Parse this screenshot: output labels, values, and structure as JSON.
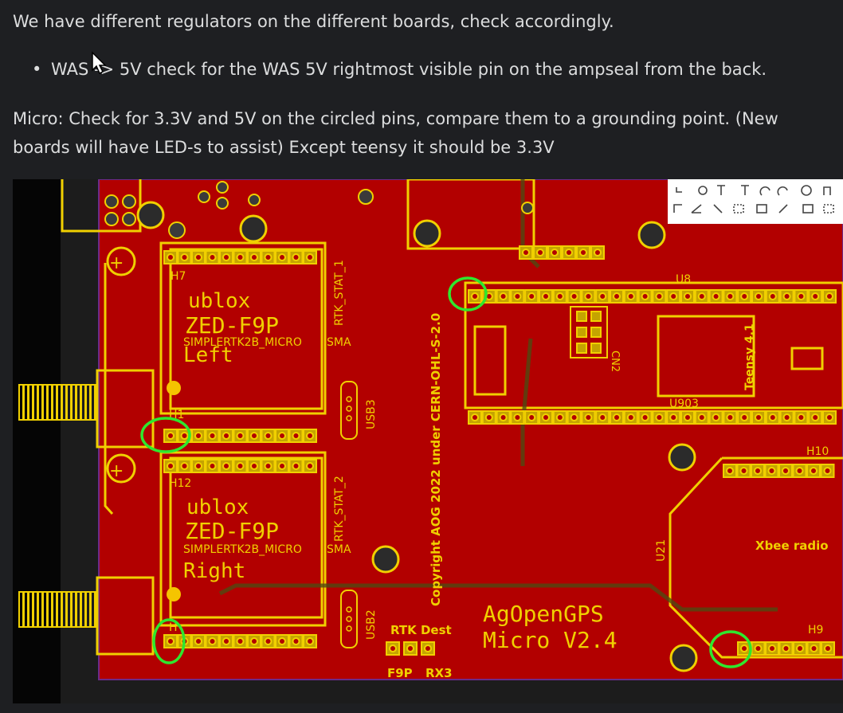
{
  "intro": "We have different regulators on the different boards, check accordingly.",
  "bullet": {
    "marker": "•",
    "text": "WAS -> 5V check for the WAS 5V rightmost visible pin on the ampseal from the back."
  },
  "micro_note": "Micro: Check for 3.3V and 5V on the circled pins, compare them to a grounding point. (New boards will have LED-s to assist) Except teensy it should be 3.3V",
  "pcb": {
    "labels": {
      "h7": "H7",
      "h12": "H12",
      "h1": "H1",
      "h_lower": "H",
      "u8": "U8",
      "h10": "H10",
      "h9": "H9",
      "u21": "U21",
      "u903": "U903",
      "cn2": "CN2",
      "usb3": "USB3",
      "usb2": "USB2",
      "rtk_stat_1": "RTK_STAT_1",
      "rtk_stat_2": "RTK_STAT_2",
      "ublox_top": "ublox",
      "zed_top": "ZED-F9P",
      "simpler_top": "SIMPLERTK2B_MICRO",
      "sma_top": "SMA",
      "left": "Left",
      "ublox_bottom": "ublox",
      "zed_bottom": "ZED-F9P",
      "simpler_bottom": "SIMPLERTK2B_MICRO",
      "sma_bottom": "SMA",
      "right": "Right",
      "copyright": "Copyright AOG 2022 under CERN-OHL-S-2.0",
      "teensy": "Teensy 4.1",
      "xbee": "Xbee radio",
      "rtk_dest": "RTK Dest",
      "f9p": "F9P",
      "rx3": "RX3",
      "agopen": "AgOpenGPS",
      "micro_ver": "Micro V2.4"
    }
  },
  "colors": {
    "background": "#1e1f22",
    "text": "#dcddde",
    "board": "#b00000",
    "silk": "#f0d000",
    "circle": "#2ee82e"
  }
}
